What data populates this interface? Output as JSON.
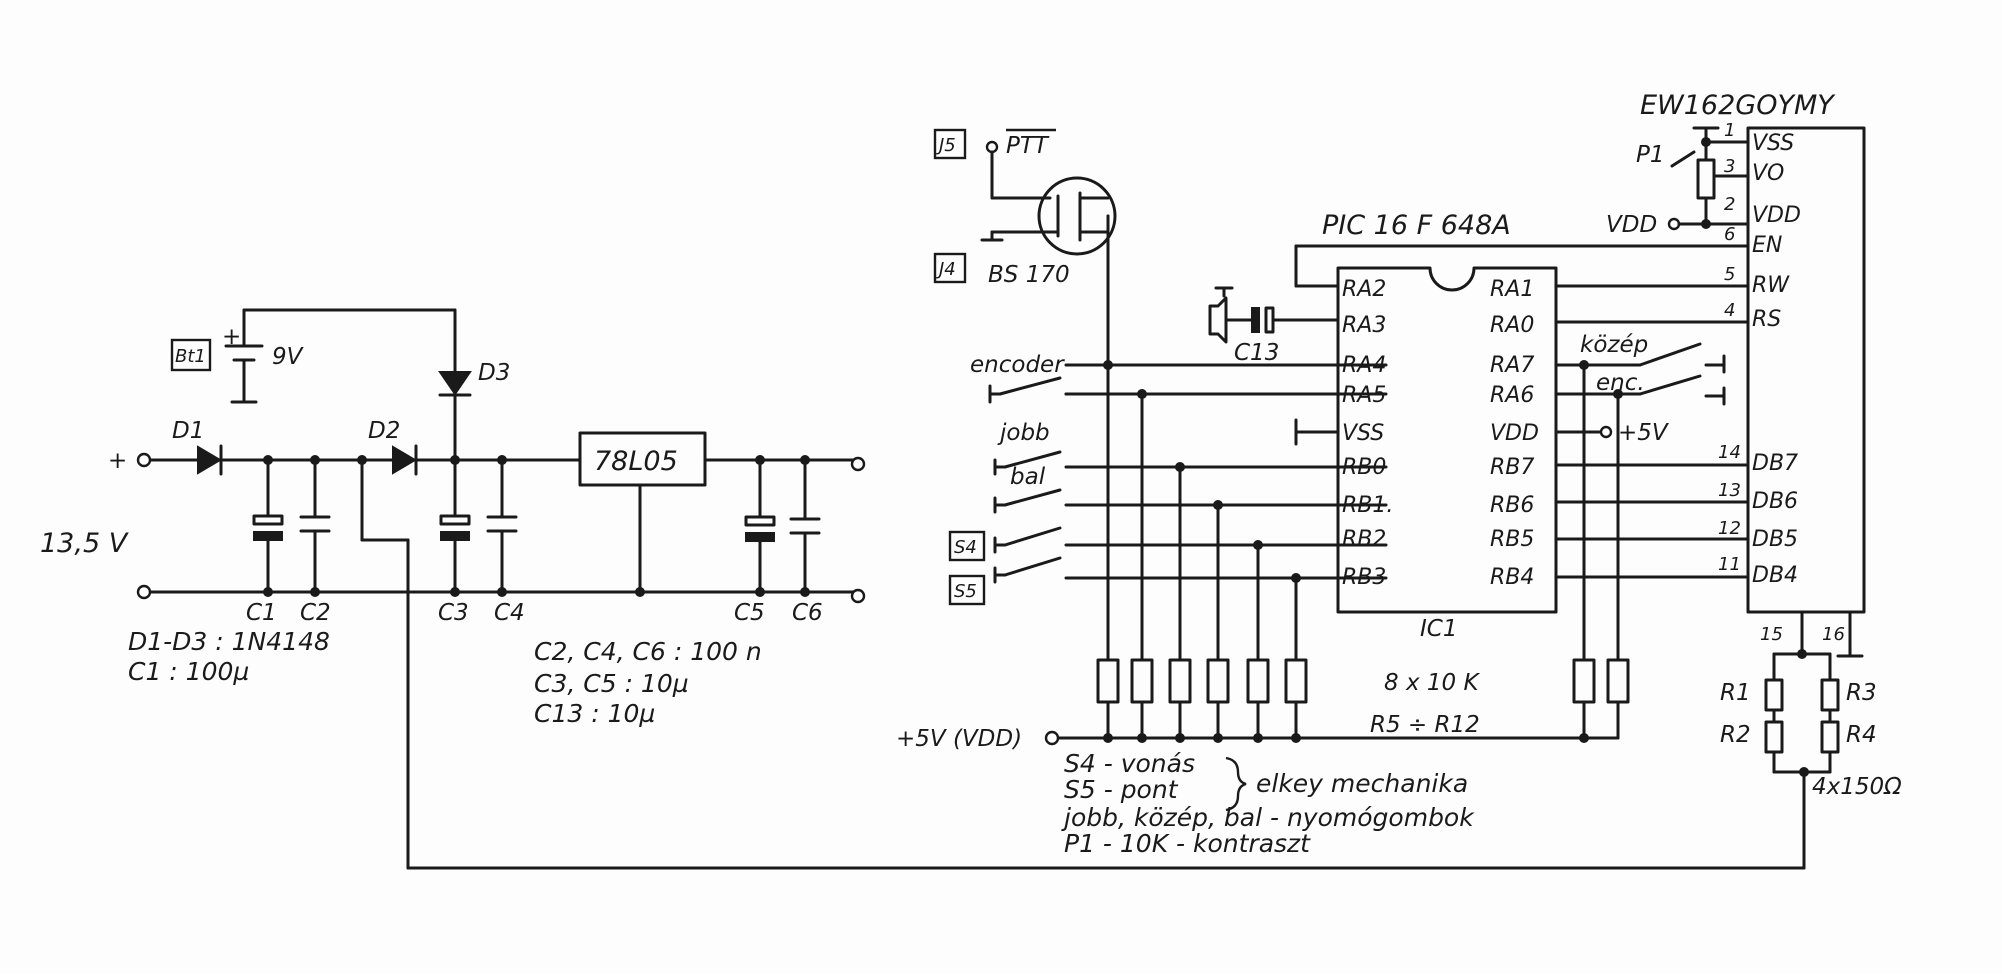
{
  "power": {
    "plus": "+",
    "input_voltage": "13,5 V",
    "battery": {
      "label": "Bt1",
      "plus": "+",
      "voltage": "9V"
    },
    "diodes": {
      "d1": "D1",
      "d2": "D2",
      "d3": "D3"
    },
    "caps": {
      "c1": "C1",
      "c2": "C2",
      "c3": "C3",
      "c4": "C4",
      "c5": "C5",
      "c6": "C6"
    },
    "regulator": "78L05",
    "notes": [
      "D1-D3 : 1N4148",
      "C1 : 100µ"
    ],
    "cap_notes": [
      "C2, C4, C6 : 100 n",
      "C3, C5   : 10µ",
      "C13   : 10µ"
    ]
  },
  "inputs": {
    "j5_box": "J5",
    "ptt": "PTT",
    "j4_box": "J4",
    "transistor": "BS 170",
    "switches": [
      "encoder",
      "jobb",
      "bal"
    ],
    "s4_box": "S4",
    "s5_box": "S5",
    "speaker_cap": "C13"
  },
  "mcu": {
    "part": "PIC 16 F 648A",
    "ref": "IC1",
    "left_pins": [
      "RA2",
      "RA3",
      "RA4",
      "RA5",
      "VSS",
      "RB0",
      "RB1.",
      "RB2",
      "RB3"
    ],
    "right_pins": [
      "RA1",
      "RA0",
      "RA7",
      "RA6",
      "VDD",
      "RB7",
      "RB6",
      "RB5",
      "RB4"
    ],
    "kozep": "közép",
    "enc": "enc.",
    "plus5": "+5V",
    "pullups": "8 x 10 K",
    "pullup_range": "R5 ÷ R12",
    "vdd_rail": "+5V (VDD)"
  },
  "lcd": {
    "part": "EW162GOYMY",
    "pins_right": [
      "VSS",
      "VO",
      "VDD",
      "EN",
      "RW",
      "RS",
      "DB7",
      "DB6",
      "DB5",
      "DB4"
    ],
    "pin_numbers": [
      "1",
      "3",
      "2",
      "6",
      "5",
      "4",
      "14",
      "13",
      "12",
      "11",
      "15",
      "16"
    ],
    "pot": "P1",
    "vdd": "VDD",
    "resistors": [
      "R1",
      "R2",
      "R3",
      "R4"
    ],
    "res_value": "4x150Ω"
  },
  "legend": {
    "s4": "S4 - vonás",
    "s5": "S5 - pont",
    "group": "elkey mechanika",
    "buttons": "jobb, közép, bal  -  nyomógombok",
    "pot": "P1  -  10K        -  kontraszt"
  }
}
